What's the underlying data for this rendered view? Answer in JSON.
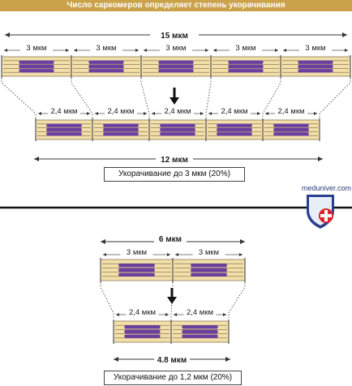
{
  "header": {
    "title": "Число саркомеров определяет степень укорачивания"
  },
  "top": {
    "total_label": "15 мкм",
    "sarcomere_labels": [
      "3 мкм",
      "3 мкм",
      "3 мкм",
      "3 мкм",
      "3 мкм"
    ],
    "contracted_labels": [
      "2,4 мкм",
      "2,4 мкм",
      "2,4 мкм",
      "2,4 мкм",
      "2,4 мкм"
    ],
    "contracted_total": "12 мкм",
    "result": "Укорачивание до 3 мкм (20%)"
  },
  "bottom": {
    "total_label": "6 мкм",
    "sarcomere_labels": [
      "3 мкм",
      "3 мкм"
    ],
    "contracted_labels": [
      "2,4 мкм",
      "2,4 мкм"
    ],
    "contracted_total": "4.8 мкм",
    "result": "Укорачивание до 1,2 мкм (20%)"
  },
  "watermark": "meduniver.com",
  "colors": {
    "banner": "#c9a24a",
    "fiber_bg": "#f2dfa9",
    "filament": "#6a3fa0",
    "zline": "#555555"
  }
}
